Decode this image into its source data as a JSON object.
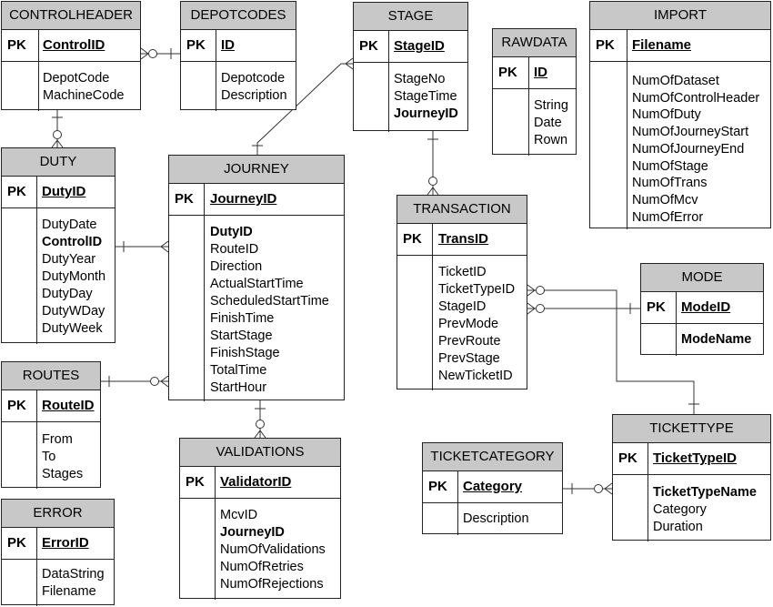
{
  "entities": {
    "controlheader": {
      "title": "CONTROLHEADER",
      "pk_label": "PK",
      "pk": "ControlID",
      "attrs": [
        "DepotCode",
        "MachineCode"
      ]
    },
    "depotcodes": {
      "title": "DEPOTCODES",
      "pk_label": "PK",
      "pk": "ID",
      "attrs": [
        "Depotcode",
        "Description"
      ]
    },
    "stage": {
      "title": "STAGE",
      "pk_label": "PK",
      "pk": "StageID",
      "attrs": [
        "StageNo",
        "StageTime",
        "JourneyID"
      ]
    },
    "rawdata": {
      "title": "RAWDATA",
      "pk_label": "PK",
      "pk": "ID",
      "attrs": [
        "String",
        "Date",
        "Rown"
      ]
    },
    "import": {
      "title": "IMPORT",
      "pk_label": "PK",
      "pk": "Filename",
      "attrs": [
        "NumOfDataset",
        "NumOfControlHeader",
        "NumOfDuty",
        "NumOfJourneyStart",
        "NumOfJourneyEnd",
        "NumOfStage",
        "NumOfTrans",
        "NumOfMcv",
        "NumOfError"
      ]
    },
    "duty": {
      "title": "DUTY",
      "pk_label": "PK",
      "pk": "DutyID",
      "attrs": [
        "DutyDate",
        "ControlID",
        "DutyYear",
        "DutyMonth",
        "DutyDay",
        "DutyWDay",
        "DutyWeek"
      ]
    },
    "journey": {
      "title": "JOURNEY",
      "pk_label": "PK",
      "pk": "JourneyID",
      "attrs": [
        "DutyID",
        "RouteID",
        "Direction",
        "ActualStartTime",
        "ScheduledStartTime",
        "FinishTime",
        "StartStage",
        "FinishStage",
        "TotalTime",
        "StartHour"
      ]
    },
    "transaction": {
      "title": "TRANSACTION",
      "pk_label": "PK",
      "pk": "TransID",
      "attrs": [
        "TicketID",
        "TicketTypeID",
        "StageID",
        "PrevMode",
        "PrevRoute",
        "PrevStage",
        "NewTicketID"
      ]
    },
    "mode": {
      "title": "MODE",
      "pk_label": "PK",
      "pk": "ModeID",
      "attrs": [
        "ModeName"
      ]
    },
    "routes": {
      "title": "ROUTES",
      "pk_label": "PK",
      "pk": "RouteID",
      "attrs": [
        "From",
        "To",
        "Stages"
      ]
    },
    "validations": {
      "title": "VALIDATIONS",
      "pk_label": "PK",
      "pk": "ValidatorID",
      "attrs": [
        "McvID",
        "JourneyID",
        "NumOfValidations",
        "NumOfRetries",
        "NumOfRejections"
      ]
    },
    "ticketcategory": {
      "title": "TICKETCATEGORY",
      "pk_label": "PK",
      "pk": "Category",
      "attrs": [
        "Description"
      ]
    },
    "tickettype": {
      "title": "TICKETTYPE",
      "pk_label": "PK",
      "pk": "TicketTypeID",
      "attrs": [
        "TicketTypeName",
        "Category",
        "Duration"
      ]
    },
    "error": {
      "title": "ERROR",
      "pk_label": "PK",
      "pk": "ErrorID",
      "attrs": [
        "DataString",
        "Filename"
      ]
    }
  }
}
